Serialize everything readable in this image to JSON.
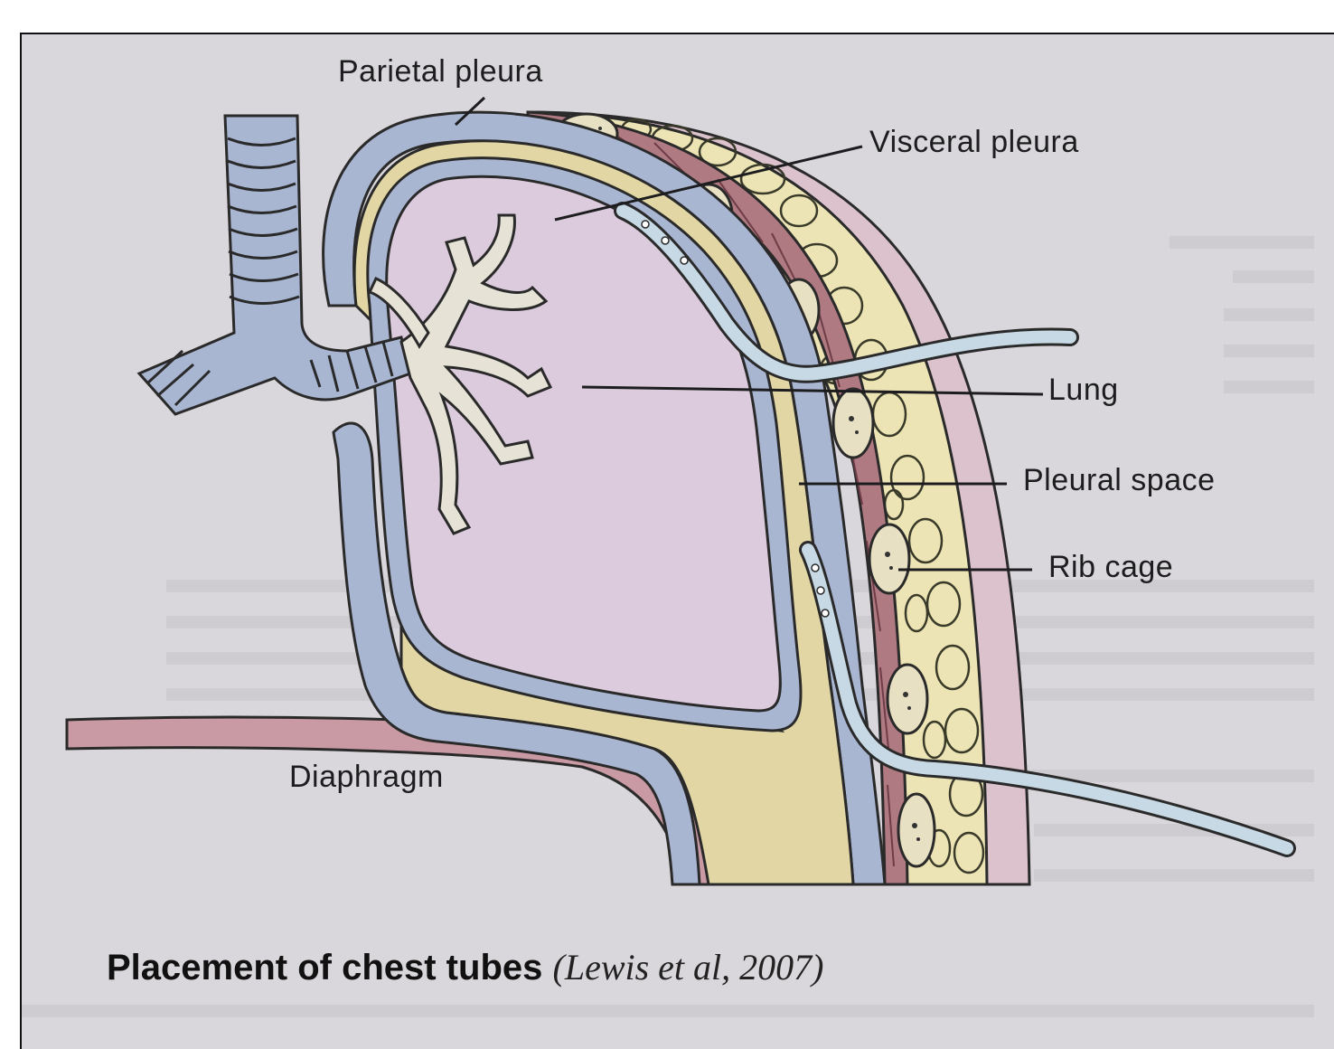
{
  "labels": {
    "parietal_pleura": "Parietal pleura",
    "visceral_pleura": "Visceral pleura",
    "lung": "Lung",
    "pleural_space": "Pleural space",
    "rib_cage": "Rib cage",
    "diaphragm": "Diaphragm"
  },
  "caption": {
    "title": "Placement of chest tubes",
    "citation": "(Lewis et al, 2007)"
  },
  "colors": {
    "page": "#d9d7db",
    "lung": "#dccbdc",
    "pleura": "#a9b6d2",
    "pleural_space": "#e2d7a4",
    "muscle": "#b07a82",
    "fat": "#ece4b4",
    "chest_tube": "#c7d9e4",
    "diaphragm": "#c99aa3"
  }
}
